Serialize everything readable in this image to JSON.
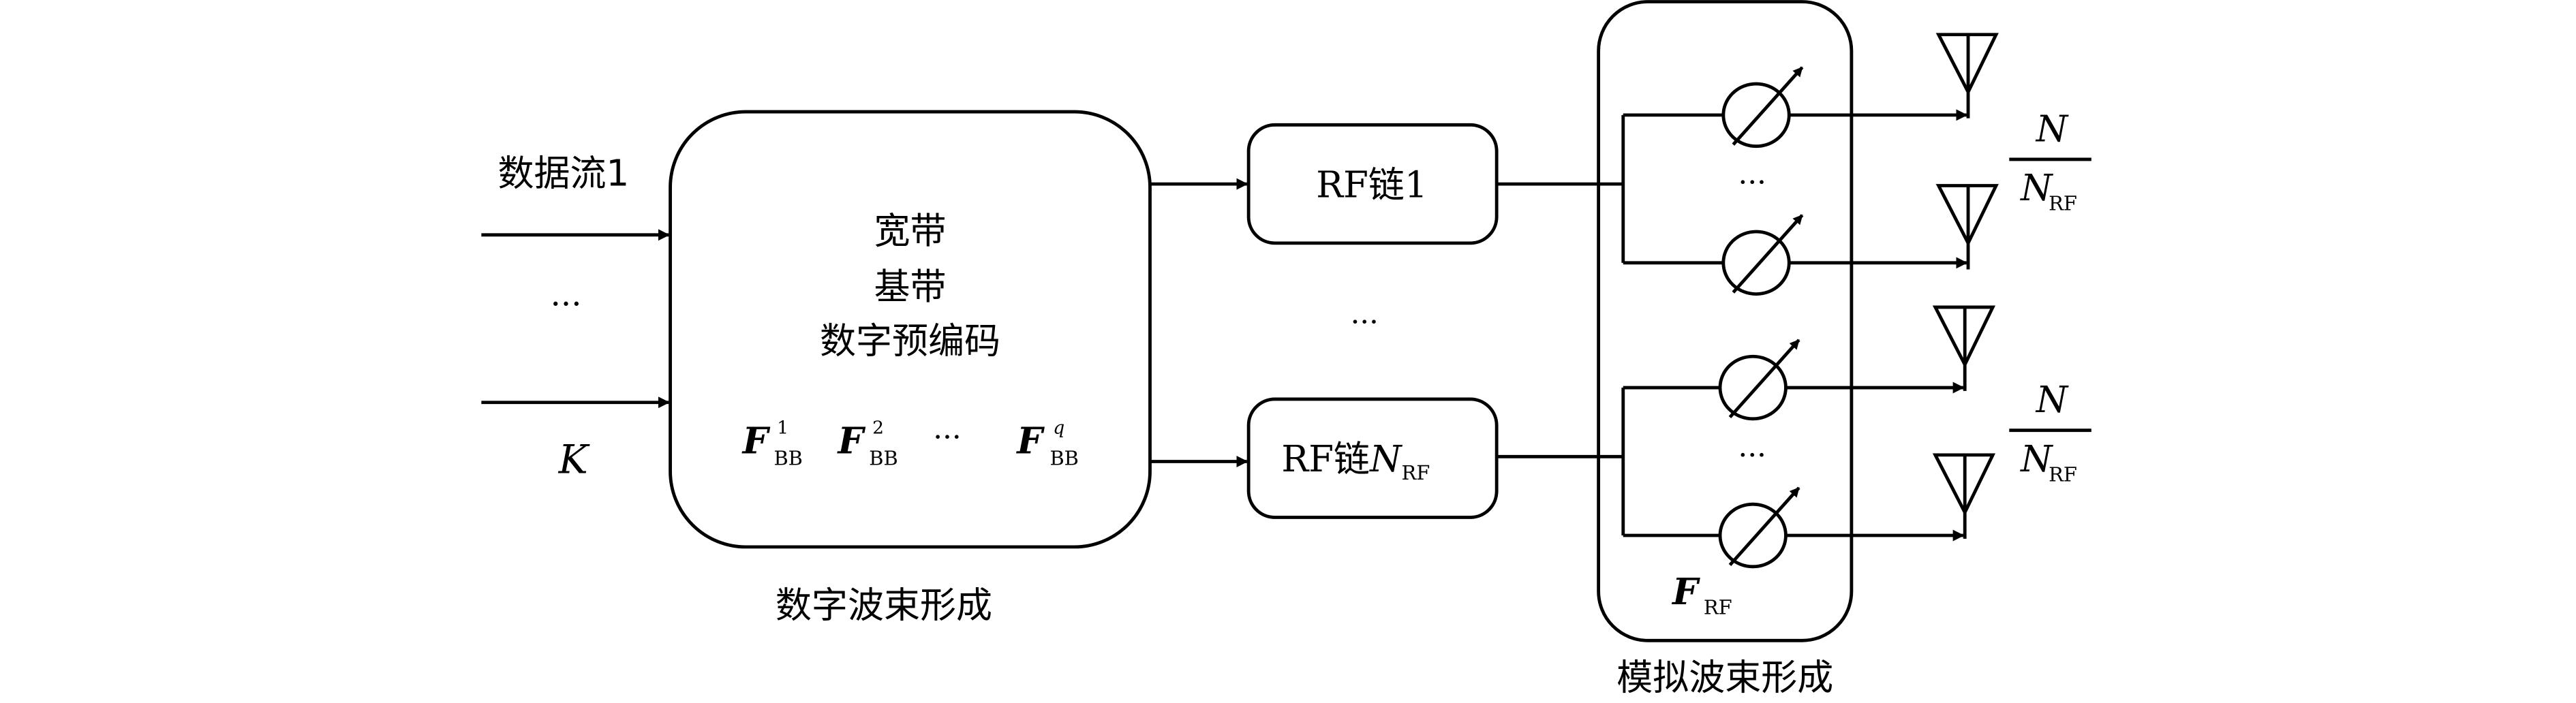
{
  "colors": {
    "stroke": "#000000",
    "background": "#ffffff"
  },
  "inputs": {
    "stream_first": "数据流1",
    "ellipsis": "···",
    "stream_last": "K"
  },
  "digital_block": {
    "line1": "宽带",
    "line2": "基带",
    "line3": "数字预编码",
    "matrices": [
      {
        "base": "F",
        "sub": "BB",
        "sup": "1"
      },
      {
        "base": "F",
        "sub": "BB",
        "sup": "2"
      },
      {
        "base": "···",
        "sub": "",
        "sup": ""
      },
      {
        "base": "F",
        "sub": "BB",
        "sup": "q"
      }
    ],
    "caption": "数字波束形成"
  },
  "rf_chains": {
    "first": {
      "prefix": "RF链",
      "index": "1"
    },
    "ellipsis": "···",
    "last": {
      "prefix": "RF链",
      "index": "N",
      "index_sub": "RF"
    }
  },
  "analog_block": {
    "ellipsis": "···",
    "matrix": {
      "base": "F",
      "sub": "RF"
    },
    "caption": "模拟波束形成"
  },
  "antenna_groups": [
    {
      "num": "N",
      "den": "N",
      "den_sub": "RF"
    },
    {
      "num": "N",
      "den": "N",
      "den_sub": "RF"
    }
  ]
}
